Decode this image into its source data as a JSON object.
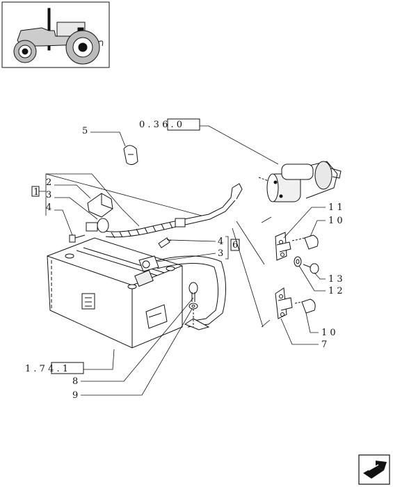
{
  "thumbnail": {
    "icon": "tractor-thumbnail-icon"
  },
  "labels": {
    "ref_0360": "0 . 3 6 . 0",
    "ref_1741": "1 . 7 4 . 1",
    "item_1": "1",
    "item_2": "2",
    "item_3a": "3",
    "item_3b": "3",
    "item_4a": "4",
    "item_4b": "4",
    "item_5": "5",
    "item_6": "6",
    "item_7": "7",
    "item_8": "8",
    "item_9": "9",
    "item_10a": "1 0",
    "item_10b": "1 0",
    "item_11": "1 1",
    "item_12": "1 2",
    "item_13": "1 3"
  },
  "nav": {
    "icon": "next-page-arrow-icon"
  }
}
